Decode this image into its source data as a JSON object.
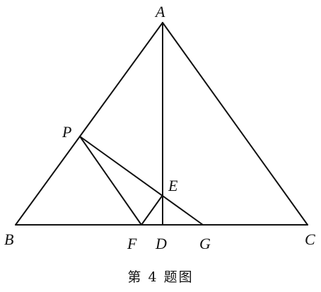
{
  "figure": {
    "caption": "第 4 题图",
    "stroke_color": "#111111",
    "labels": {
      "A": "A",
      "B": "B",
      "C": "C",
      "D": "D",
      "E": "E",
      "F": "F",
      "G": "G",
      "P": "P"
    }
  }
}
